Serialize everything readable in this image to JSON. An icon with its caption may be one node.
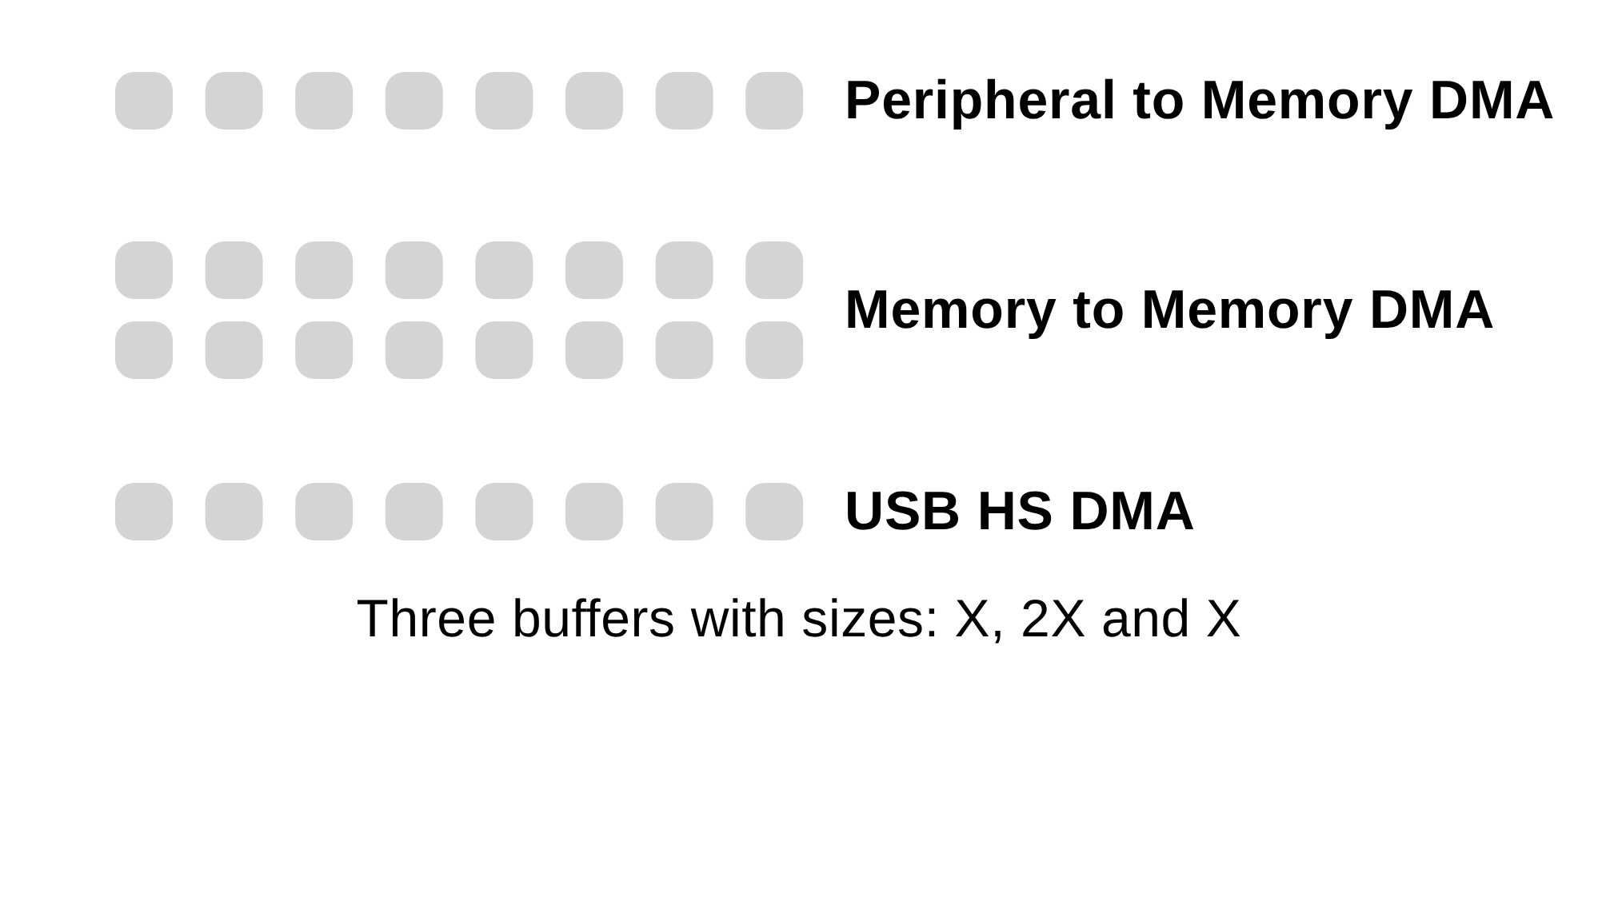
{
  "diagram": {
    "caption": "Three buffers with sizes: X, 2X and X",
    "labels": [
      "Peripheral to Memory DMA",
      "Memory to Memory DMA",
      "USB HS DMA"
    ]
  }
}
